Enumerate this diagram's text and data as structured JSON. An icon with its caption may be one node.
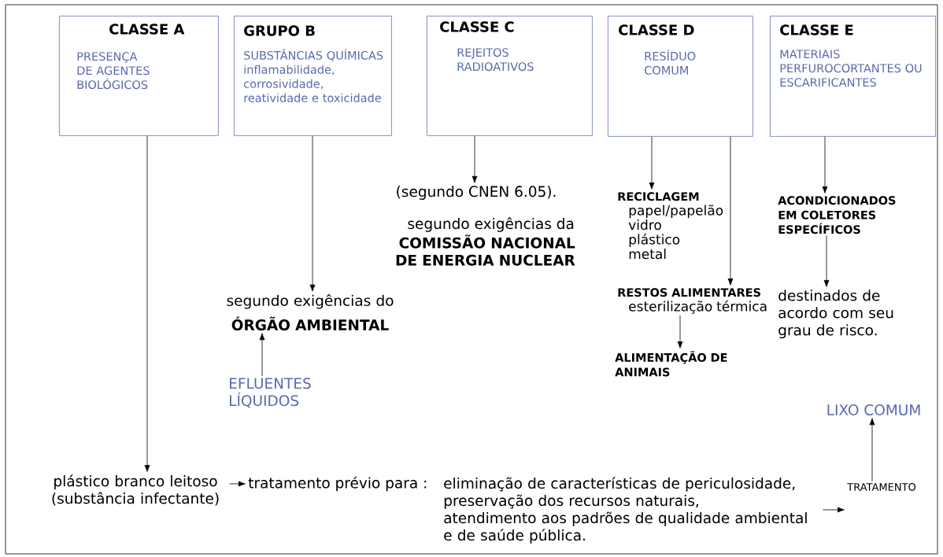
{
  "diagram": {
    "nodes": [
      {
        "text": [
          "CLASSE A",
          "PRESENÇA DE AGENTES BIOLÓGICOS"
        ]
      },
      {
        "text": [
          "GRUPO B",
          "SUBSTÂNCIAS QUÍMICAS",
          "inflamabilidade, corrosividade, reatividade e toxicidade"
        ]
      },
      {
        "text": [
          "CLASSE C",
          "REJEITOS RADIOATIVOS"
        ]
      },
      {
        "text": [
          "CLASSE D",
          "RESÍDUO COMUM"
        ]
      },
      {
        "text": [
          "CLASSE E",
          "MATERIAIS PERFUROCORTANTES OU ESCARIFICANTES"
        ]
      },
      {
        "text": [
          "(segundo CNEN 6.05)."
        ]
      },
      {
        "text": [
          "RECICLAGEM",
          "papel/papelão",
          "vidro",
          "plástico",
          "metal"
        ]
      },
      {
        "text": [
          "RESTOS ALIMENTARES",
          "esterilização térmica"
        ]
      },
      {
        "text": [
          "ALIMENTAÇÃO DE ANIMAIS"
        ]
      },
      {
        "text": [
          "ACONDICIONADOS EM COLETORES ESPECÍFICOS"
        ]
      },
      {
        "text": [
          "destinados de acordo com seu grau de risco."
        ]
      },
      {
        "text": [
          "segundo exigências do",
          "ÓRGÃO AMBIENTAL"
        ]
      },
      {
        "text": [
          "EFLUENTES LÍQUIDOS"
        ]
      },
      {
        "text": [
          "plástico branco leitoso (substância infectante)"
        ]
      },
      {
        "text": [
          "tratamento prévio para :"
        ]
      },
      {
        "text": [
          "eliminação de características de periculosidade,",
          "preservação dos recursos naturais,",
          "atendimento aos padrões de qualidade ambiental e de saúde pública."
        ]
      },
      {
        "text": [
          "TRATAMENTO"
        ]
      },
      {
        "text": [
          "LIXO COMUM"
        ]
      }
    ],
    "edges": [
      {
        "from": 0,
        "to": 13,
        "arrow": "to"
      },
      {
        "from": 1,
        "to": 11,
        "arrow": "to"
      },
      {
        "from": 12,
        "to": 11,
        "arrow": "to"
      },
      {
        "from": 2,
        "to": 5,
        "arrow": "to"
      },
      {
        "from": 3,
        "to": 6,
        "arrow": "to"
      },
      {
        "from": 3,
        "to": 7,
        "arrow": "to"
      },
      {
        "from": 7,
        "to": 8,
        "arrow": "to"
      },
      {
        "from": 4,
        "to": 9,
        "arrow": "to"
      },
      {
        "from": 9,
        "to": 10,
        "arrow": "to"
      },
      {
        "from": 13,
        "to": 14,
        "arrow": "to"
      },
      {
        "from": 15,
        "to": 16,
        "arrow": "to"
      },
      {
        "from": 16,
        "to": 17,
        "arrow": "to"
      }
    ],
    "labels": [
      "segundo exigências da",
      "COMISSÃO NACIONAL DE ENERGIA NUCLEAR"
    ]
  }
}
